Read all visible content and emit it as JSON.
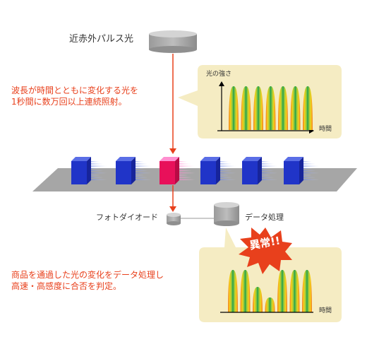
{
  "labels": {
    "laser": "近赤外パルス光",
    "photodiode": "フォトダイオード",
    "data_processing": "データ処理",
    "description_top_line1": "波長が時間とともに変化する光を",
    "description_top_line2": "1秒間に数万回以上連続照射。",
    "description_bottom_line1": "商品を通過した光の変化をデータ処理し",
    "description_bottom_line2": "高速・高感度に合否を判定。",
    "graph_top_ylabel": "光の強さ",
    "graph_top_xlabel": "時間",
    "graph_bottom_xlabel": "時間",
    "anomaly": "異常!!"
  },
  "colors": {
    "accent_red": "#e8401c",
    "callout_bg": "#f5ecc3",
    "product_blue": "#2034c8",
    "product_defect": "#e8105a",
    "belt_gray": "#a6a6a6",
    "device_gray": "#a9a9a9"
  },
  "spectra": {
    "top_peaks": [
      1,
      1,
      1,
      1,
      1,
      1,
      1
    ],
    "bottom_peaks": [
      1,
      1,
      0.6,
      0.35,
      1,
      1,
      1
    ]
  }
}
